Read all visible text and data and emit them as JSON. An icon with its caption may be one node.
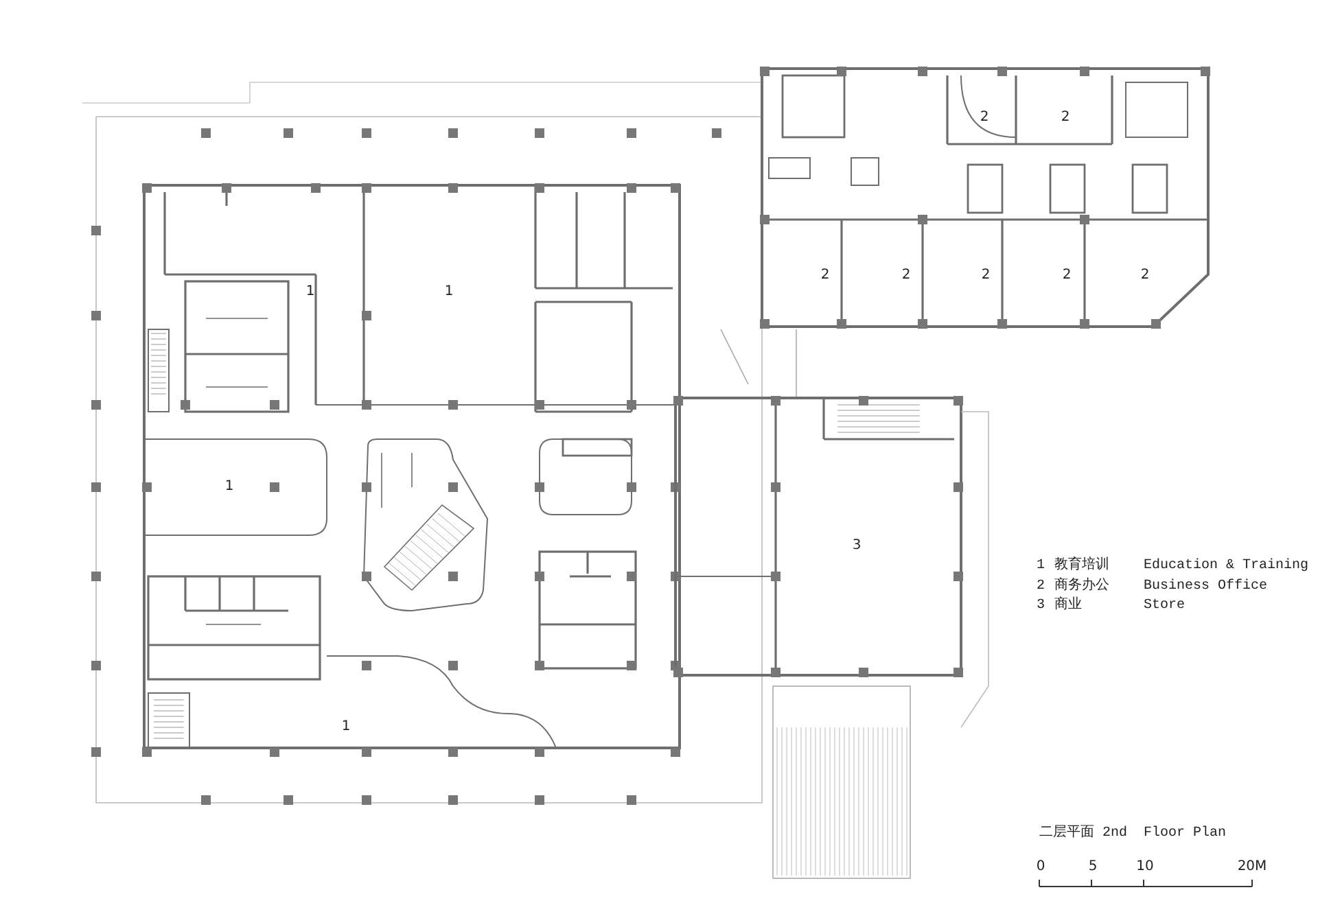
{
  "diagram": {
    "title": "二层平面 2nd  Floor Plan",
    "labels": [
      "2",
      "2",
      "2",
      "2",
      "2",
      "2",
      "2",
      "1",
      "1",
      "1",
      "3",
      "1",
      "1",
      "教育培训",
      "Education & Training",
      "2",
      "商务办公",
      "Business Office",
      "3",
      "商业",
      "Store",
      "0",
      "5",
      "10",
      "20M"
    ]
  }
}
